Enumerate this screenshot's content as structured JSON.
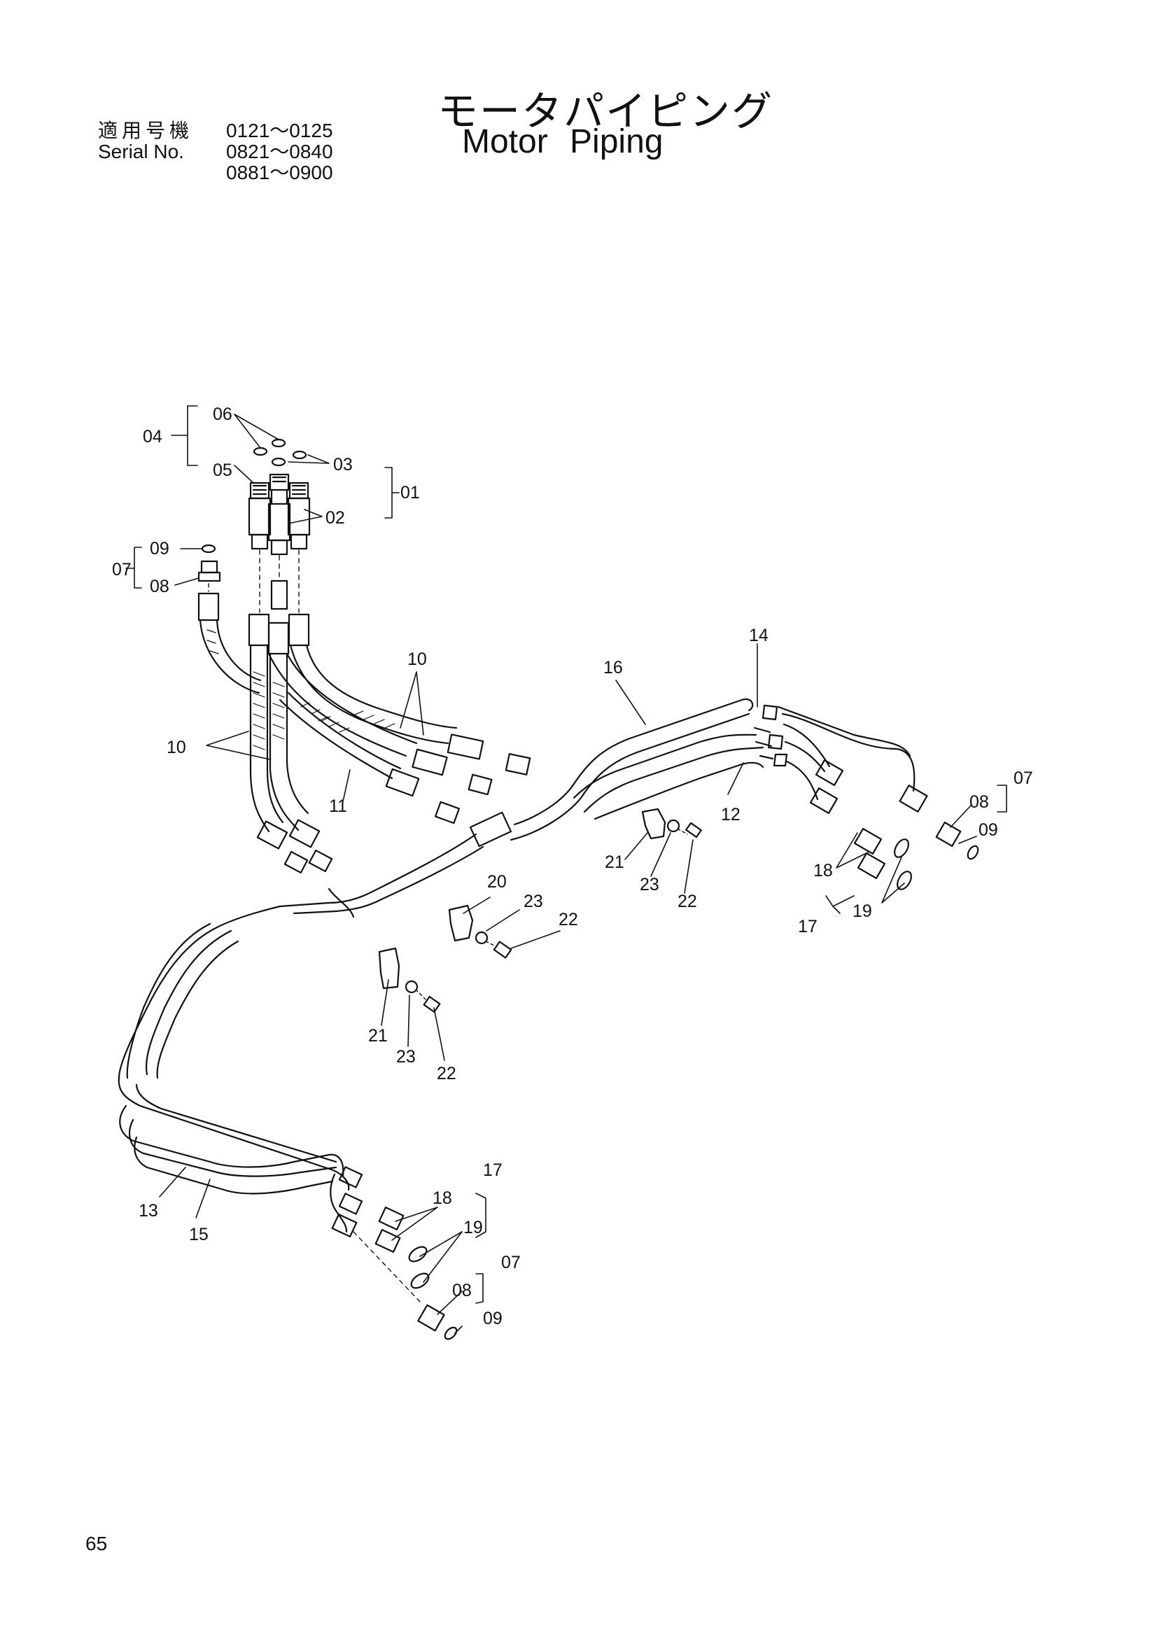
{
  "title": {
    "japanese": "モータパイピング",
    "english": "Motor Piping"
  },
  "serial": {
    "label_jp": "適用号機",
    "label_en": "Serial No.",
    "ranges": [
      "0121～0125",
      "0821～0840",
      "0881～0900"
    ]
  },
  "page_number": "65",
  "callouts": [
    {
      "id": "c01",
      "text": "01"
    },
    {
      "id": "c02",
      "text": "02"
    },
    {
      "id": "c03",
      "text": "03"
    },
    {
      "id": "c04",
      "text": "04"
    },
    {
      "id": "c05",
      "text": "05"
    },
    {
      "id": "c06",
      "text": "06"
    },
    {
      "id": "c07a",
      "text": "07"
    },
    {
      "id": "c08a",
      "text": "08"
    },
    {
      "id": "c09a",
      "text": "09"
    },
    {
      "id": "c10a",
      "text": "10"
    },
    {
      "id": "c10b",
      "text": "10"
    },
    {
      "id": "c11",
      "text": "11"
    },
    {
      "id": "c12",
      "text": "12"
    },
    {
      "id": "c13",
      "text": "13"
    },
    {
      "id": "c14",
      "text": "14"
    },
    {
      "id": "c15",
      "text": "15"
    },
    {
      "id": "c16",
      "text": "16"
    },
    {
      "id": "c07b",
      "text": "07"
    },
    {
      "id": "c08b",
      "text": "08"
    },
    {
      "id": "c09b",
      "text": "09"
    },
    {
      "id": "c17a",
      "text": "17"
    },
    {
      "id": "c18a",
      "text": "18"
    },
    {
      "id": "c19a",
      "text": "19"
    },
    {
      "id": "c20",
      "text": "20"
    },
    {
      "id": "c21a",
      "text": "21"
    },
    {
      "id": "c22a",
      "text": "22"
    },
    {
      "id": "c23a",
      "text": "23"
    },
    {
      "id": "c22b",
      "text": "22"
    },
    {
      "id": "c23b",
      "text": "23"
    },
    {
      "id": "c21b",
      "text": "21"
    },
    {
      "id": "c23c",
      "text": "23"
    },
    {
      "id": "c22c",
      "text": "22"
    },
    {
      "id": "c17b",
      "text": "17"
    },
    {
      "id": "c18b",
      "text": "18"
    },
    {
      "id": "c19b",
      "text": "19"
    },
    {
      "id": "c07c",
      "text": "07"
    },
    {
      "id": "c08c",
      "text": "08"
    },
    {
      "id": "c09c",
      "text": "09"
    }
  ]
}
